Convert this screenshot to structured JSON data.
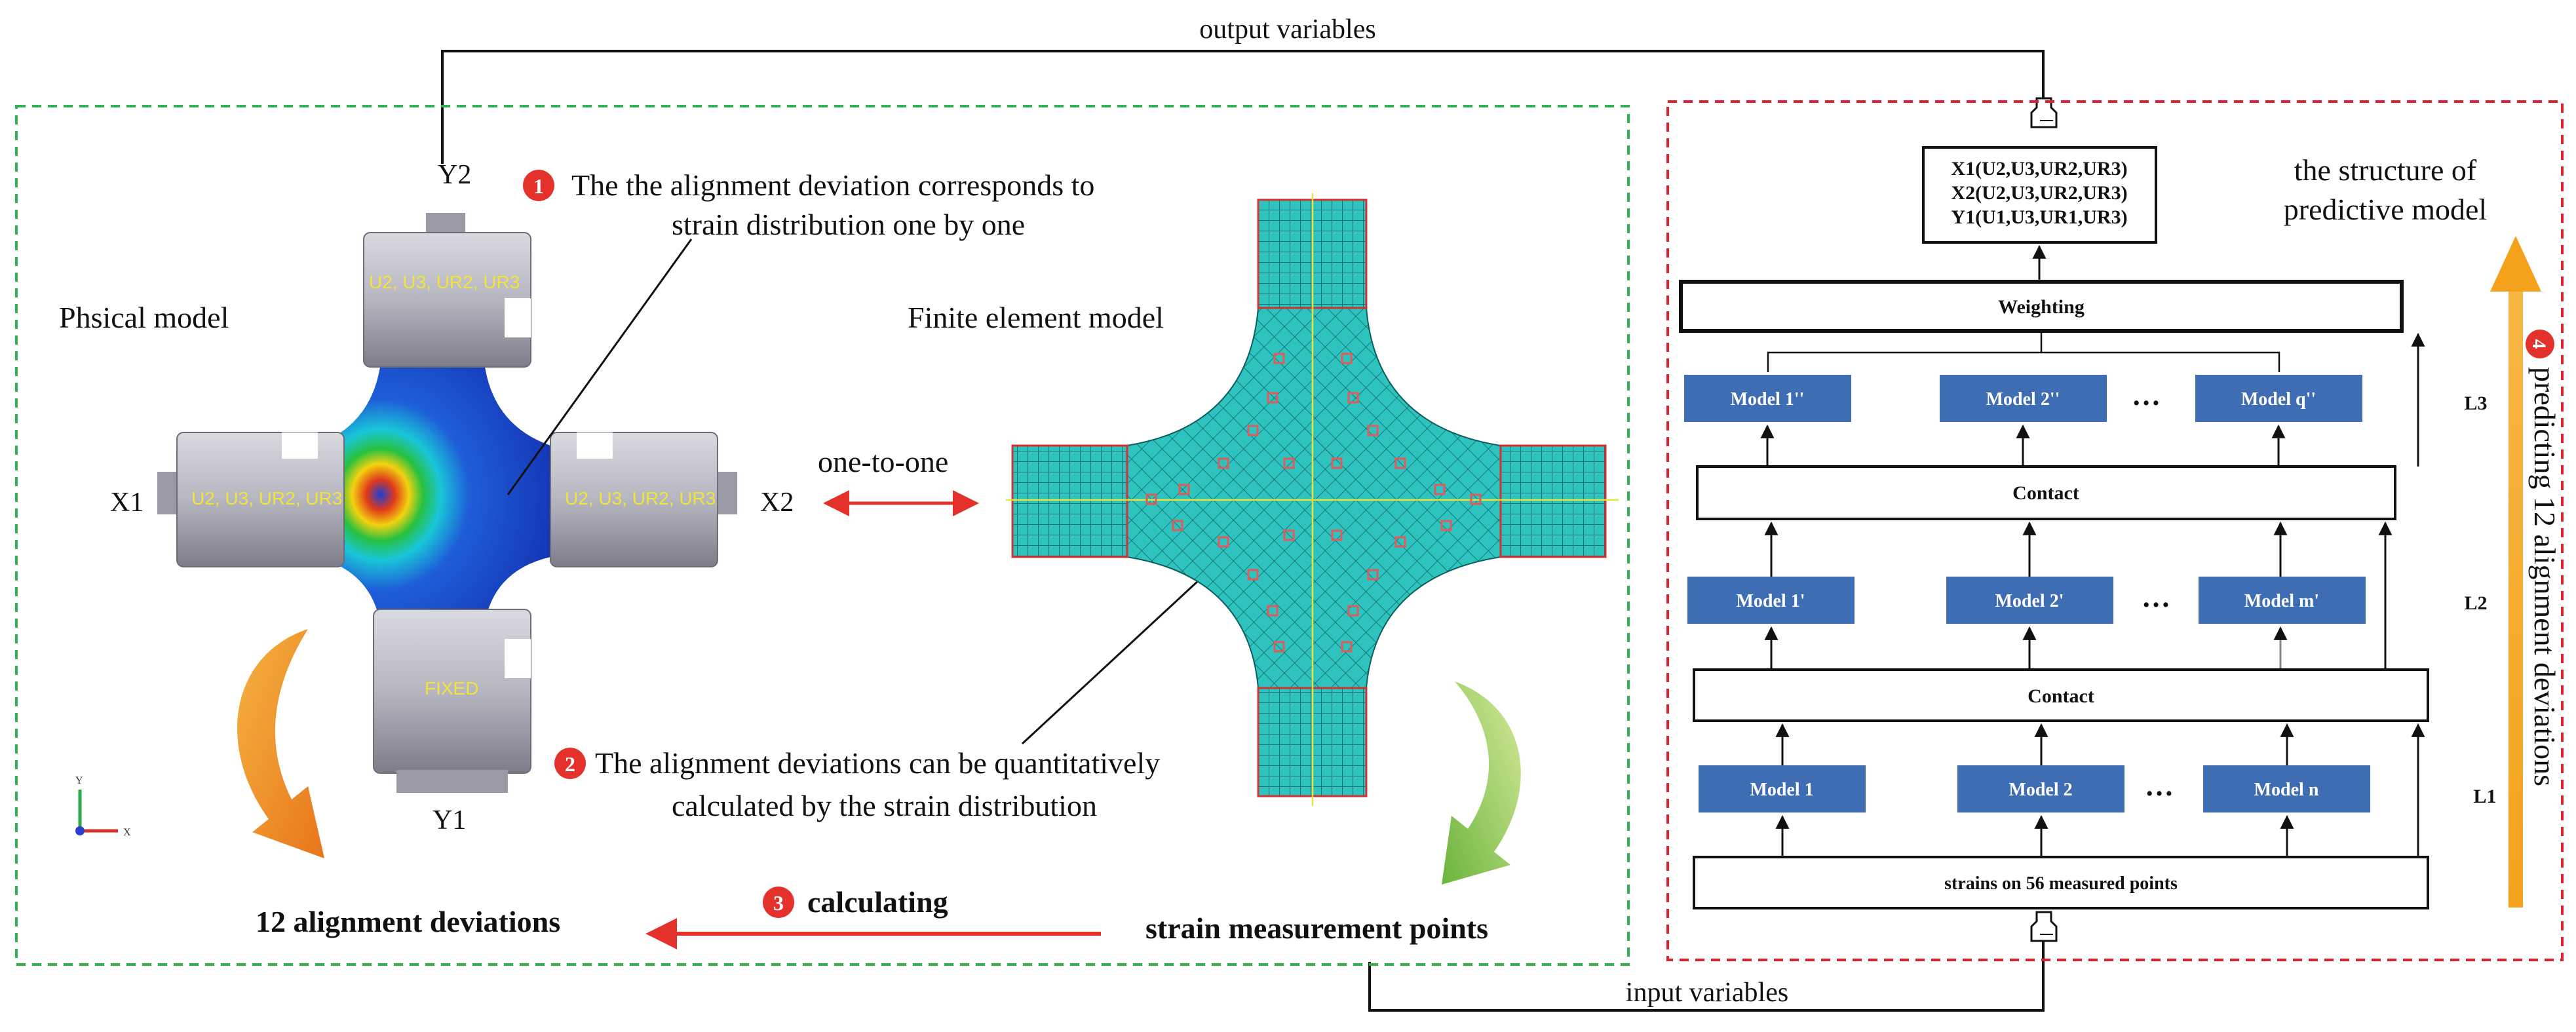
{
  "connectors": {
    "output_variables": "output variables",
    "input_variables": "input variables"
  },
  "left_panel": {
    "physical_model_label": "Phsical model",
    "fe_model_label": "Finite element model",
    "one_to_one": "one-to-one",
    "y2": "Y2",
    "y1": "Y1",
    "x1": "X1",
    "x2": "X2",
    "grip_top": "U2, U3, UR2, UR3",
    "grip_left": "U2, U3, UR2, UR3",
    "grip_right": "U2, U3, UR2, UR3",
    "grip_bottom": "FIXED",
    "axis_y": "Y",
    "axis_x": "X",
    "note1_number": "1",
    "note1_line1": "The the alignment deviation  corresponds to",
    "note1_line2": "strain distribution one by one",
    "note2_number": "2",
    "note2_line1": "The alignment deviations can be quantitatively",
    "note2_line2": "calculated by the strain distribution",
    "result_label": "12 alignment deviations",
    "step3_number": "3",
    "step3_label": "calculating",
    "measurement_label": "strain measurement points"
  },
  "right_panel": {
    "output_line1": "X1(U2,U3,UR2,UR3)",
    "output_line2": "X2(U2,U3,UR2,UR3)",
    "output_line3": "Y1(U1,U3,UR1,UR3)",
    "structure_line1": "the structure of",
    "structure_line2": "predictive model",
    "weighting": "Weighting",
    "contact_upper": "Contact",
    "contact_lower": "Contact",
    "input": "strains on 56 measured points",
    "ellipsis": "…",
    "layer_l3": "L3",
    "layer_l2": "L2",
    "layer_l1": "L1",
    "row3": [
      "Model 1''",
      "Model 2''",
      "Model q''"
    ],
    "row2": [
      "Model 1'",
      "Model 2'",
      "Model m'"
    ],
    "row1": [
      "Model 1",
      "Model 2",
      "Model n"
    ],
    "step4_number": "4",
    "step4_label": "predicting 12 alignment deviations"
  },
  "colors": {
    "green_frame": "#2fb24f",
    "red_frame": "#e0202a",
    "model_blue": "#3e6db3",
    "accent_red": "#e4312c",
    "orange": "#f39c12",
    "mesh_teal": "#2ec3bf"
  }
}
